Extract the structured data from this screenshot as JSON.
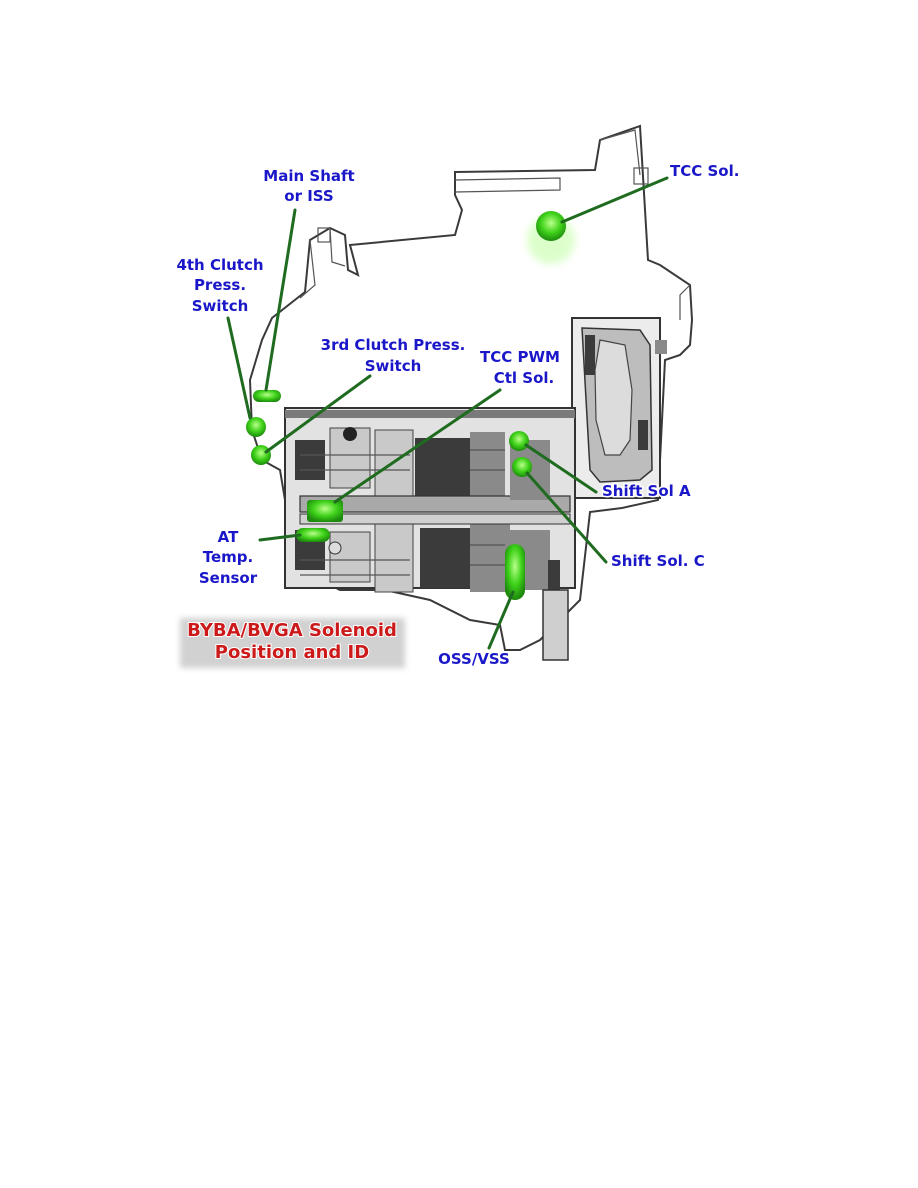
{
  "title": {
    "line1": "BYBA/BVGA Solenoid",
    "line2": "Position and ID"
  },
  "labels": {
    "main_shaft": [
      "Main Shaft",
      "or ISS"
    ],
    "tcc_sol": "TCC Sol.",
    "clutch4": [
      "4th Clutch",
      "Press.",
      "Switch"
    ],
    "clutch3": [
      "3rd Clutch Press.",
      "Switch"
    ],
    "tcc_pwm": [
      "TCC PWM",
      "Ctl Sol."
    ],
    "shift_a": "Shift Sol A",
    "shift_c": "Shift Sol. C",
    "at_temp": [
      "AT",
      "Temp.",
      "Sensor"
    ],
    "oss_vss": "OSS/VSS"
  },
  "colors": {
    "label": "#1a17c9",
    "title": "#cc1a1a",
    "component": "#3fd21a",
    "leader": "#1f6b1f"
  }
}
